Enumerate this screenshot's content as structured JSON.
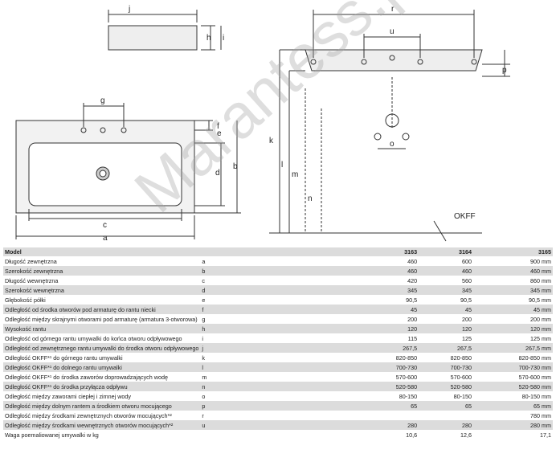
{
  "drawing": {
    "labels": {
      "j": "j",
      "h": "h",
      "i": "i",
      "r": "r",
      "u": "u",
      "p": "p",
      "g": "g",
      "f": "f",
      "e": "e",
      "d": "d",
      "b": "b",
      "c": "c",
      "a": "a",
      "k": "k",
      "l": "l",
      "m": "m",
      "n": "n",
      "o": "o",
      "okff": "OKFF"
    }
  },
  "watermark": "Marantess.pl",
  "table": {
    "header": {
      "label": "Model",
      "models": [
        "3163",
        "3164",
        "3165"
      ]
    },
    "rows": [
      {
        "label": "Długość zewnętrzna",
        "key": "a",
        "v": [
          "460",
          "600",
          "900 mm"
        ]
      },
      {
        "label": "Szerokość zewnętrzna",
        "key": "b",
        "v": [
          "460",
          "460",
          "460 mm"
        ]
      },
      {
        "label": "Długość wewnętrzna",
        "key": "c",
        "v": [
          "420",
          "560",
          "860 mm"
        ]
      },
      {
        "label": "Szerokość wewnętrzna",
        "key": "d",
        "v": [
          "345",
          "345",
          "345 mm"
        ]
      },
      {
        "label": "Głębokość półki",
        "key": "e",
        "v": [
          "90,5",
          "90,5",
          "90,5 mm"
        ]
      },
      {
        "label": "Odległość od środka otworów pod armaturę do rantu niecki",
        "key": "f",
        "v": [
          "45",
          "45",
          "45 mm"
        ]
      },
      {
        "label": "Odległość między skrajnymi otworami pod armaturę (armatura 3-otworowa)",
        "key": "g",
        "v": [
          "200",
          "200",
          "200 mm"
        ]
      },
      {
        "label": "Wysokość rantu",
        "key": "h",
        "v": [
          "120",
          "120",
          "120 mm"
        ]
      },
      {
        "label": "Odległość od górnego rantu umywalki do końca otworu odpływowego",
        "key": "i",
        "v": [
          "115",
          "125",
          "125 mm"
        ]
      },
      {
        "label": "Odległość od zewnętrznego rantu umywalki do środka otworu odpływowego",
        "key": "j",
        "v": [
          "267,5",
          "267,5",
          "267,5 mm"
        ]
      },
      {
        "label": "Odległość OKFF*¹ do górnego rantu umywalki",
        "key": "k",
        "v": [
          "820-850",
          "820-850",
          "820-850 mm"
        ]
      },
      {
        "label": "Odległość OKFF*¹ do dolnego rantu umywalki",
        "key": "l",
        "v": [
          "700-730",
          "700-730",
          "700-730 mm"
        ]
      },
      {
        "label": "Odległość OKFF*¹ do środka zaworów doprowadzających wodę",
        "key": "m",
        "v": [
          "570-600",
          "570-600",
          "570-600 mm"
        ]
      },
      {
        "label": "Odległość OKFF*¹ do środka przyłącza odpływu",
        "key": "n",
        "v": [
          "520-580",
          "520-580",
          "520-580 mm"
        ]
      },
      {
        "label": "Odległość między zaworami ciepłej i zimnej wody",
        "key": "o",
        "v": [
          "80-150",
          "80-150",
          "80-150 mm"
        ]
      },
      {
        "label": "Odległość między dolnym rantem a środkiem otworu mocującego",
        "key": "p",
        "v": [
          "65",
          "65",
          "65 mm"
        ]
      },
      {
        "label": "Odległość między środkami zewnętrznych otworów mocujących*²",
        "key": "r",
        "v": [
          "",
          "",
          "780 mm"
        ]
      },
      {
        "label": "Odległość między środkami wewnętrznych otworów mocujących*²",
        "key": "u",
        "v": [
          "280",
          "280",
          "280 mm"
        ]
      },
      {
        "label": "Waga poemaliowanej umywalki w kg",
        "key": "",
        "v": [
          "10,6",
          "12,6",
          "17,1"
        ]
      }
    ]
  }
}
